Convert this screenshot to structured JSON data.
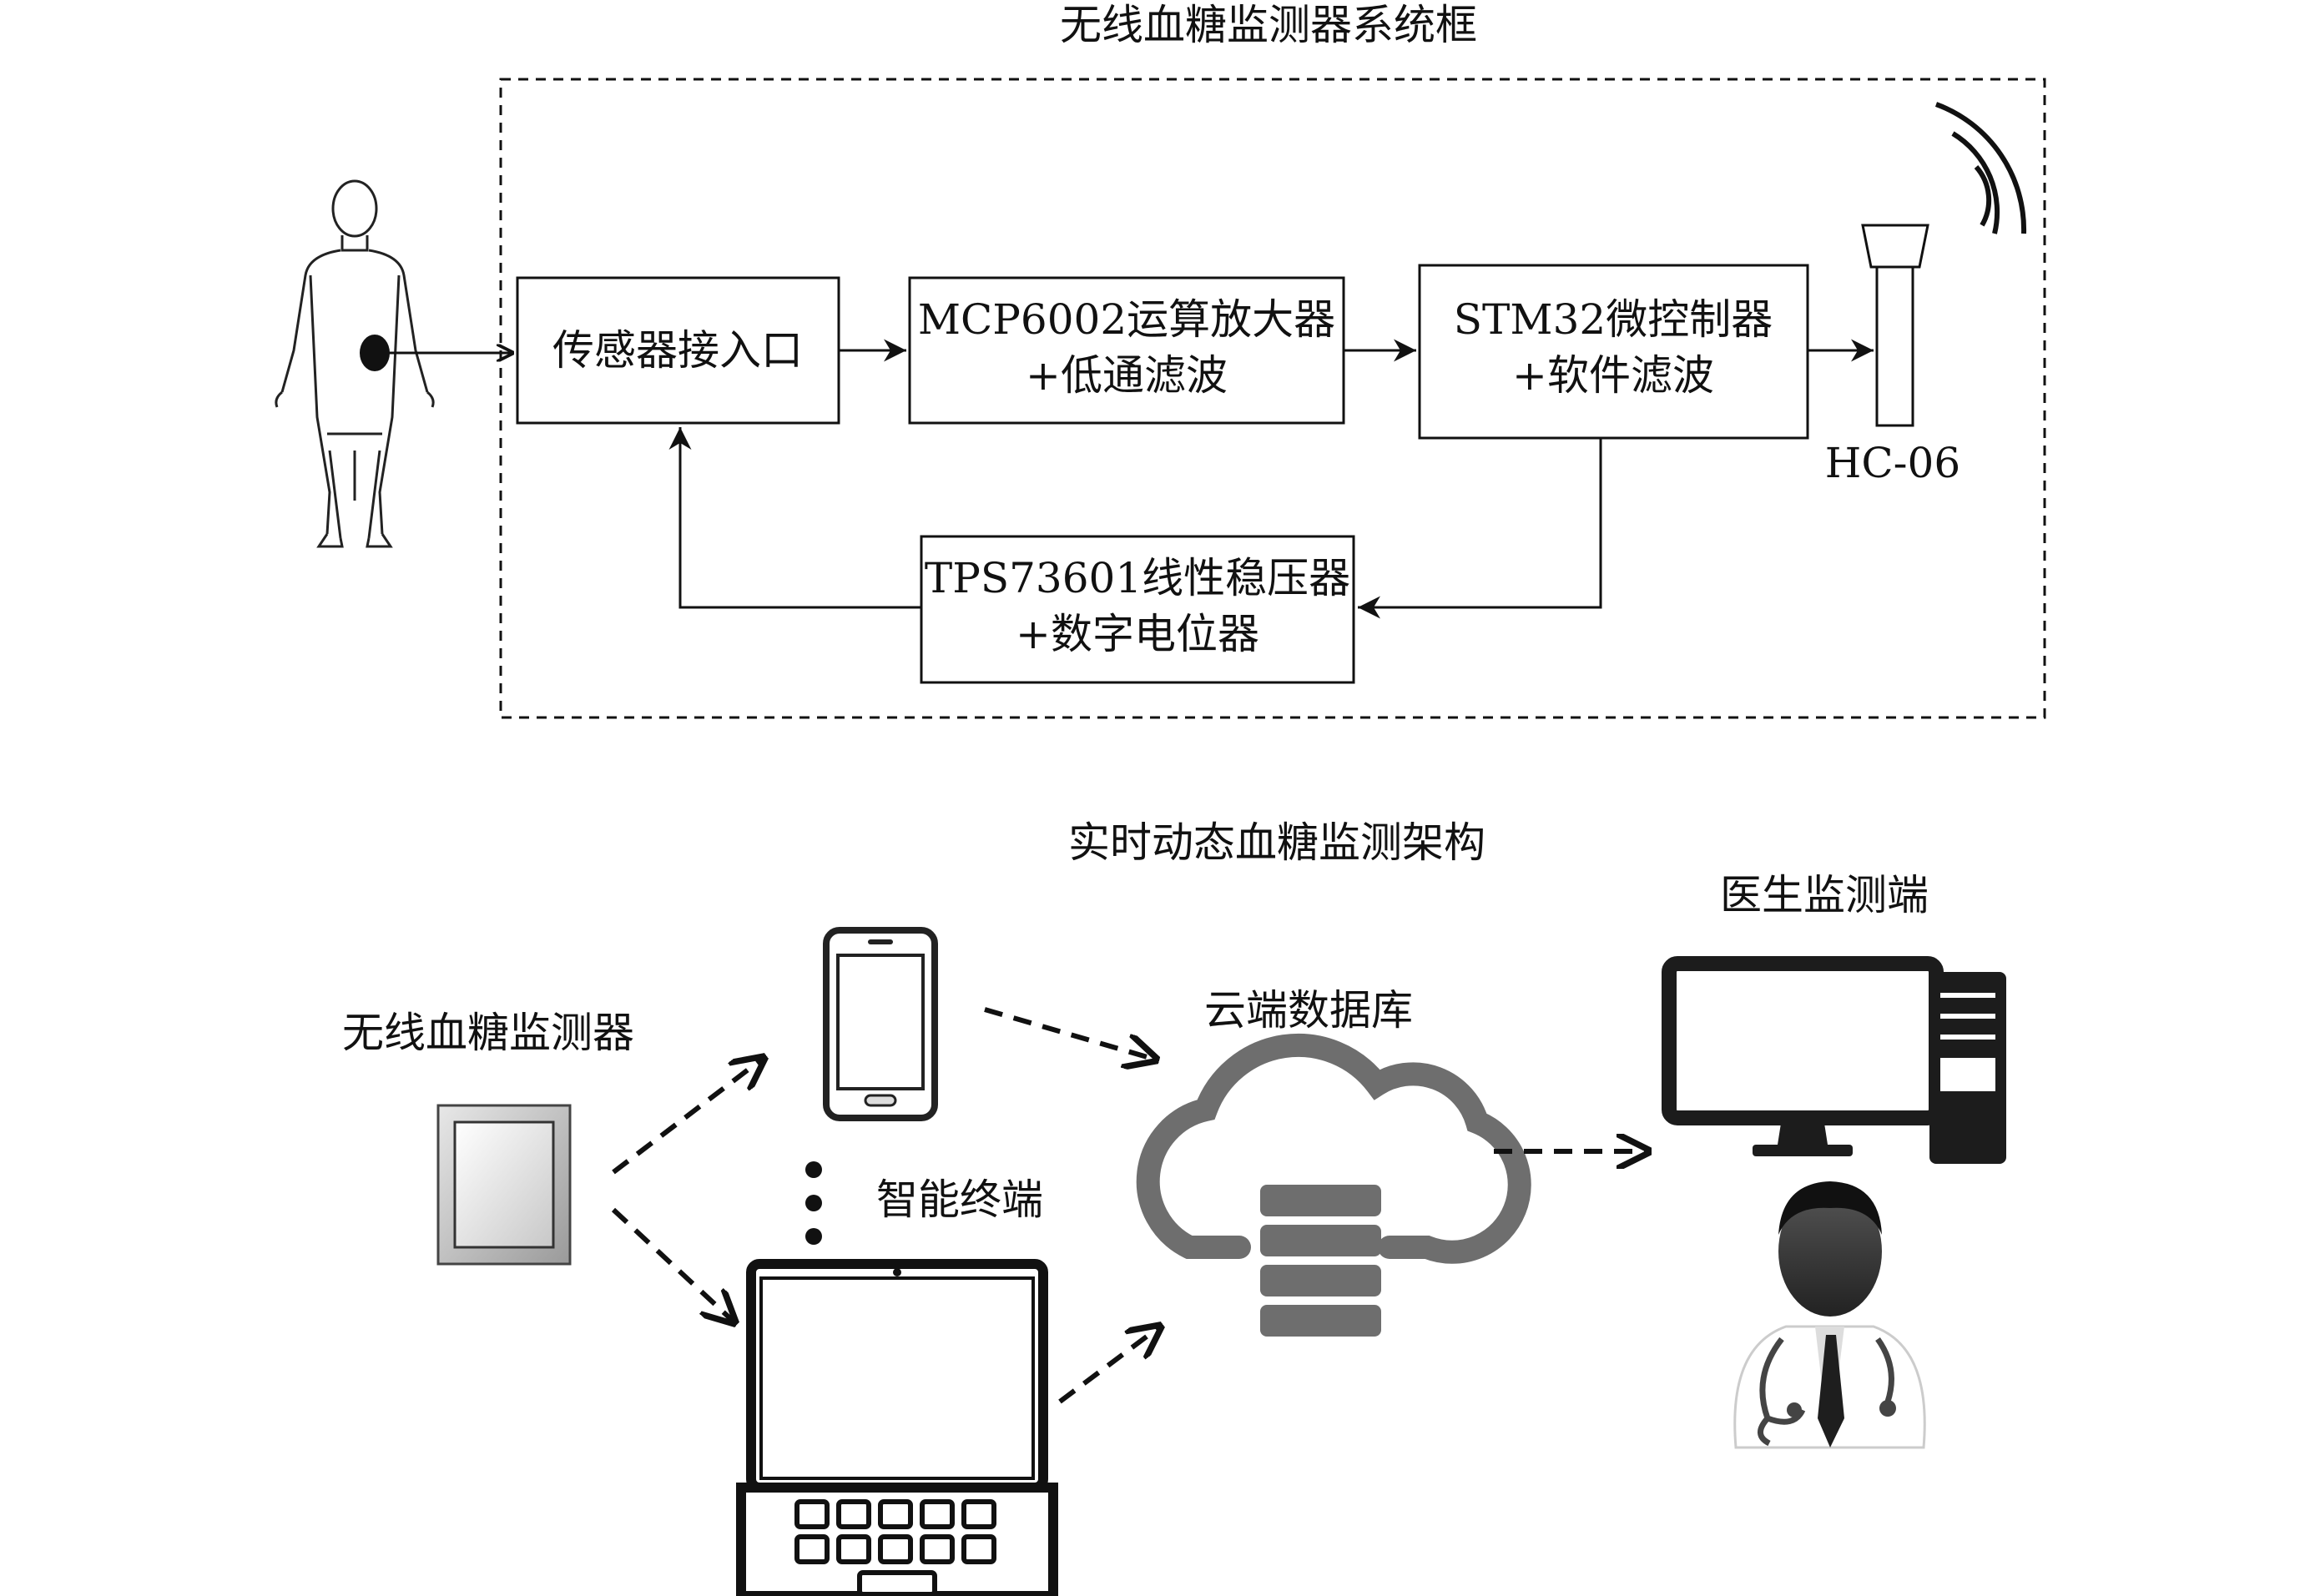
{
  "top": {
    "title": "无线血糖监测器系统框",
    "boxes": {
      "sensor": {
        "line1": "传感器接入口"
      },
      "amp": {
        "line1": "MCP6002运算放大器",
        "line2": "+低通滤波"
      },
      "mcu": {
        "line1": "STM32微控制器",
        "line2": "+软件滤波"
      },
      "reg": {
        "line1": "TPS73601线性稳压器",
        "line2": "+数字电位器"
      }
    },
    "bt_label": "HC-06"
  },
  "bottom": {
    "title": "实时动态血糖监测架构",
    "monitor_label": "无线血糖监测器",
    "terminal_label": "智能终端",
    "cloud_label": "云端数据库",
    "doctor_label": "医生监测端"
  }
}
